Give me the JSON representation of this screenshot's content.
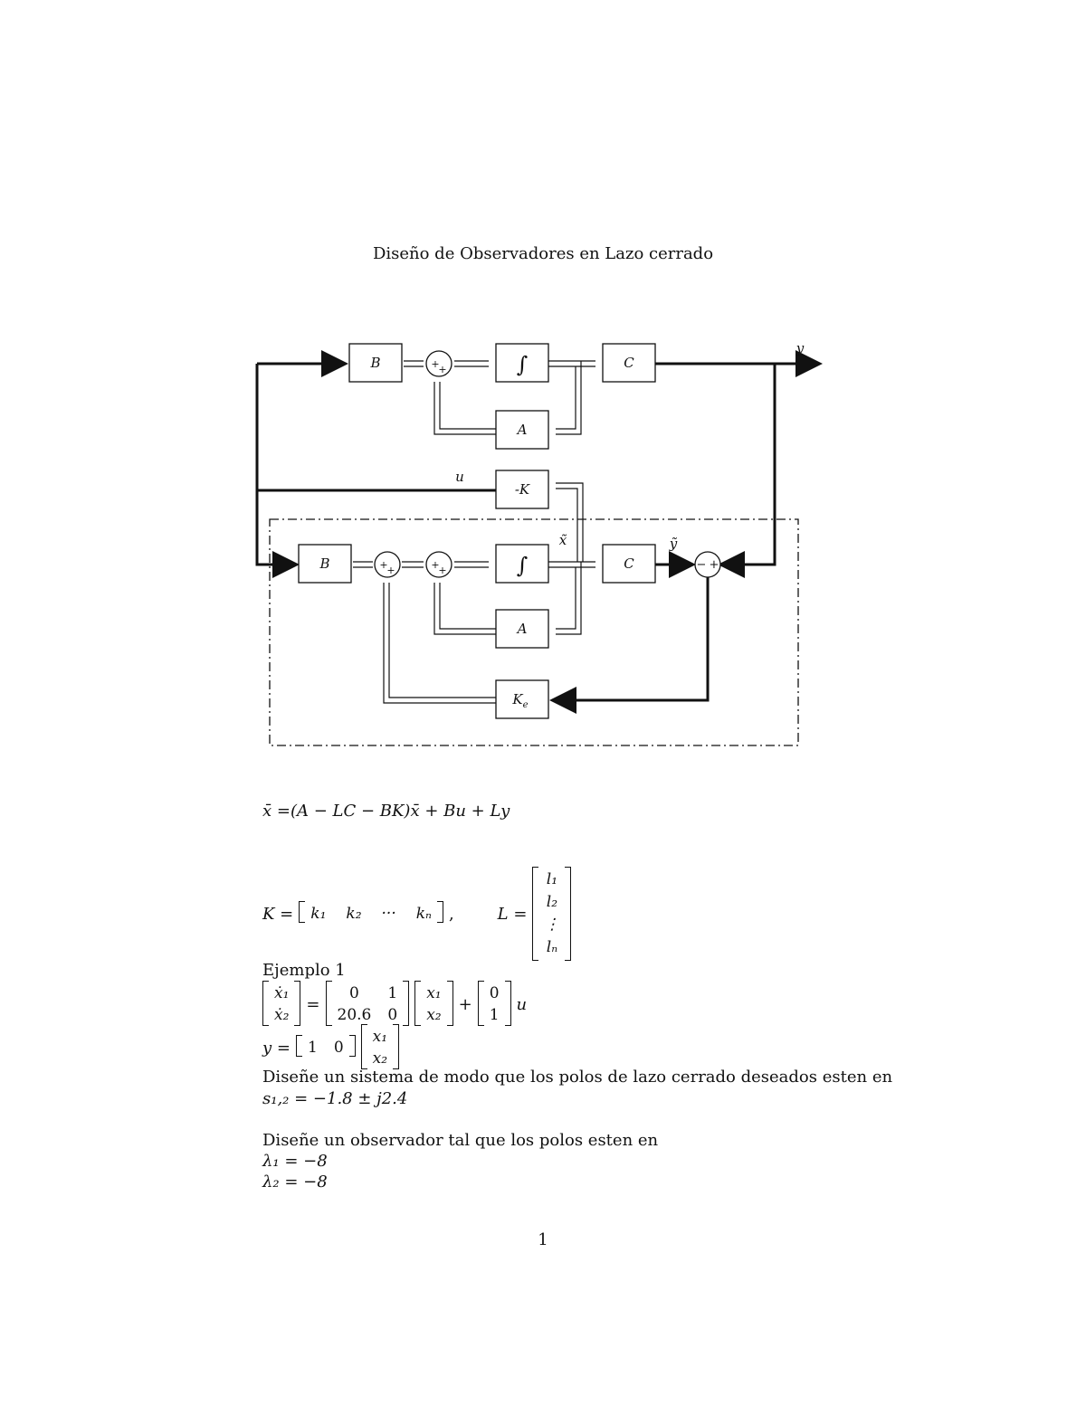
{
  "title": "Diseño de Observadores en Lazo cerrado",
  "diagram": {
    "plant_B": "B",
    "plant_int": "∫",
    "plant_C": "C",
    "plant_A": "A",
    "gain_K": "-K",
    "obs_B": "B",
    "obs_int": "∫",
    "obs_C": "C",
    "obs_A": "A",
    "gain_Ke": "K",
    "gain_Ke_sub": "e",
    "label_y": "y",
    "label_u": "u",
    "label_xtilde": "x̃",
    "label_ytilde": "ỹ",
    "sum_plus": "+",
    "sum_minus": "−"
  },
  "eq_observer": "x̄ =(A − LC − BK)x̄ + Bu + Ly",
  "K_def": {
    "lhs": "K =",
    "entries": [
      "k₁",
      "k₂",
      "···",
      "kₙ"
    ],
    "tail": ","
  },
  "L_def": {
    "lhs": "L =",
    "entries": [
      "l₁",
      "l₂",
      "⋮",
      "lₙ"
    ]
  },
  "example_title": "Ejemplo 1",
  "state_eq": {
    "lhs": [
      "ẋ₁",
      "ẋ₂"
    ],
    "A": [
      "0",
      "1",
      "20.6",
      "0"
    ],
    "x": [
      "x₁",
      "x₂"
    ],
    "B": [
      "0",
      "1"
    ],
    "u": "u"
  },
  "output_eq": {
    "lhs": "y =",
    "C": [
      "1",
      "0"
    ],
    "x": [
      "x₁",
      "x₂"
    ]
  },
  "design_text": "Diseñe un sistema de modo que los polos de lazo cerrado deseados esten en",
  "poles": "s₁,₂ = −1.8 ± j2.4",
  "observer_text": "Diseñe un observador tal que los polos esten en",
  "lambda1": "λ₁ = −8",
  "lambda2": "λ₂ = −8",
  "page_number": "1"
}
